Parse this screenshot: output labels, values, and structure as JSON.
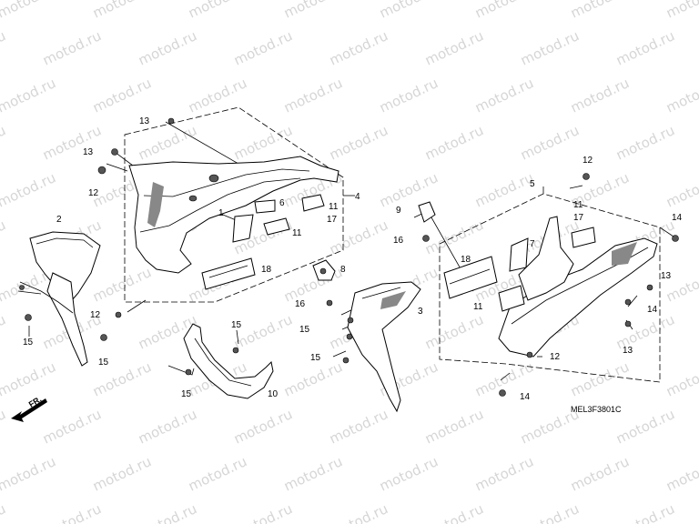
{
  "watermark": "motod.ru",
  "diagram_code": "MEL3F3801C",
  "direction_label": "FR.",
  "callouts": {
    "c1": "13",
    "c2": "13",
    "c3": "12",
    "c4": "2",
    "c5": "15",
    "c6": "15",
    "c7": "12",
    "c8": "1",
    "c9": "6",
    "c10": "11",
    "c11": "17",
    "c12": "11",
    "c13": "4",
    "c14": "18",
    "c15": "8",
    "c16": "16",
    "c17": "15",
    "c18": "3",
    "c19": "15",
    "c20": "15",
    "c21": "10",
    "c22": "9",
    "c23": "16",
    "c24": "5",
    "c25": "12",
    "c26": "11",
    "c27": "17",
    "c28": "14",
    "c29": "18",
    "c30": "7",
    "c31": "11",
    "c32": "13",
    "c33": "14",
    "c34": "13",
    "c35": "12",
    "c36": "14"
  }
}
